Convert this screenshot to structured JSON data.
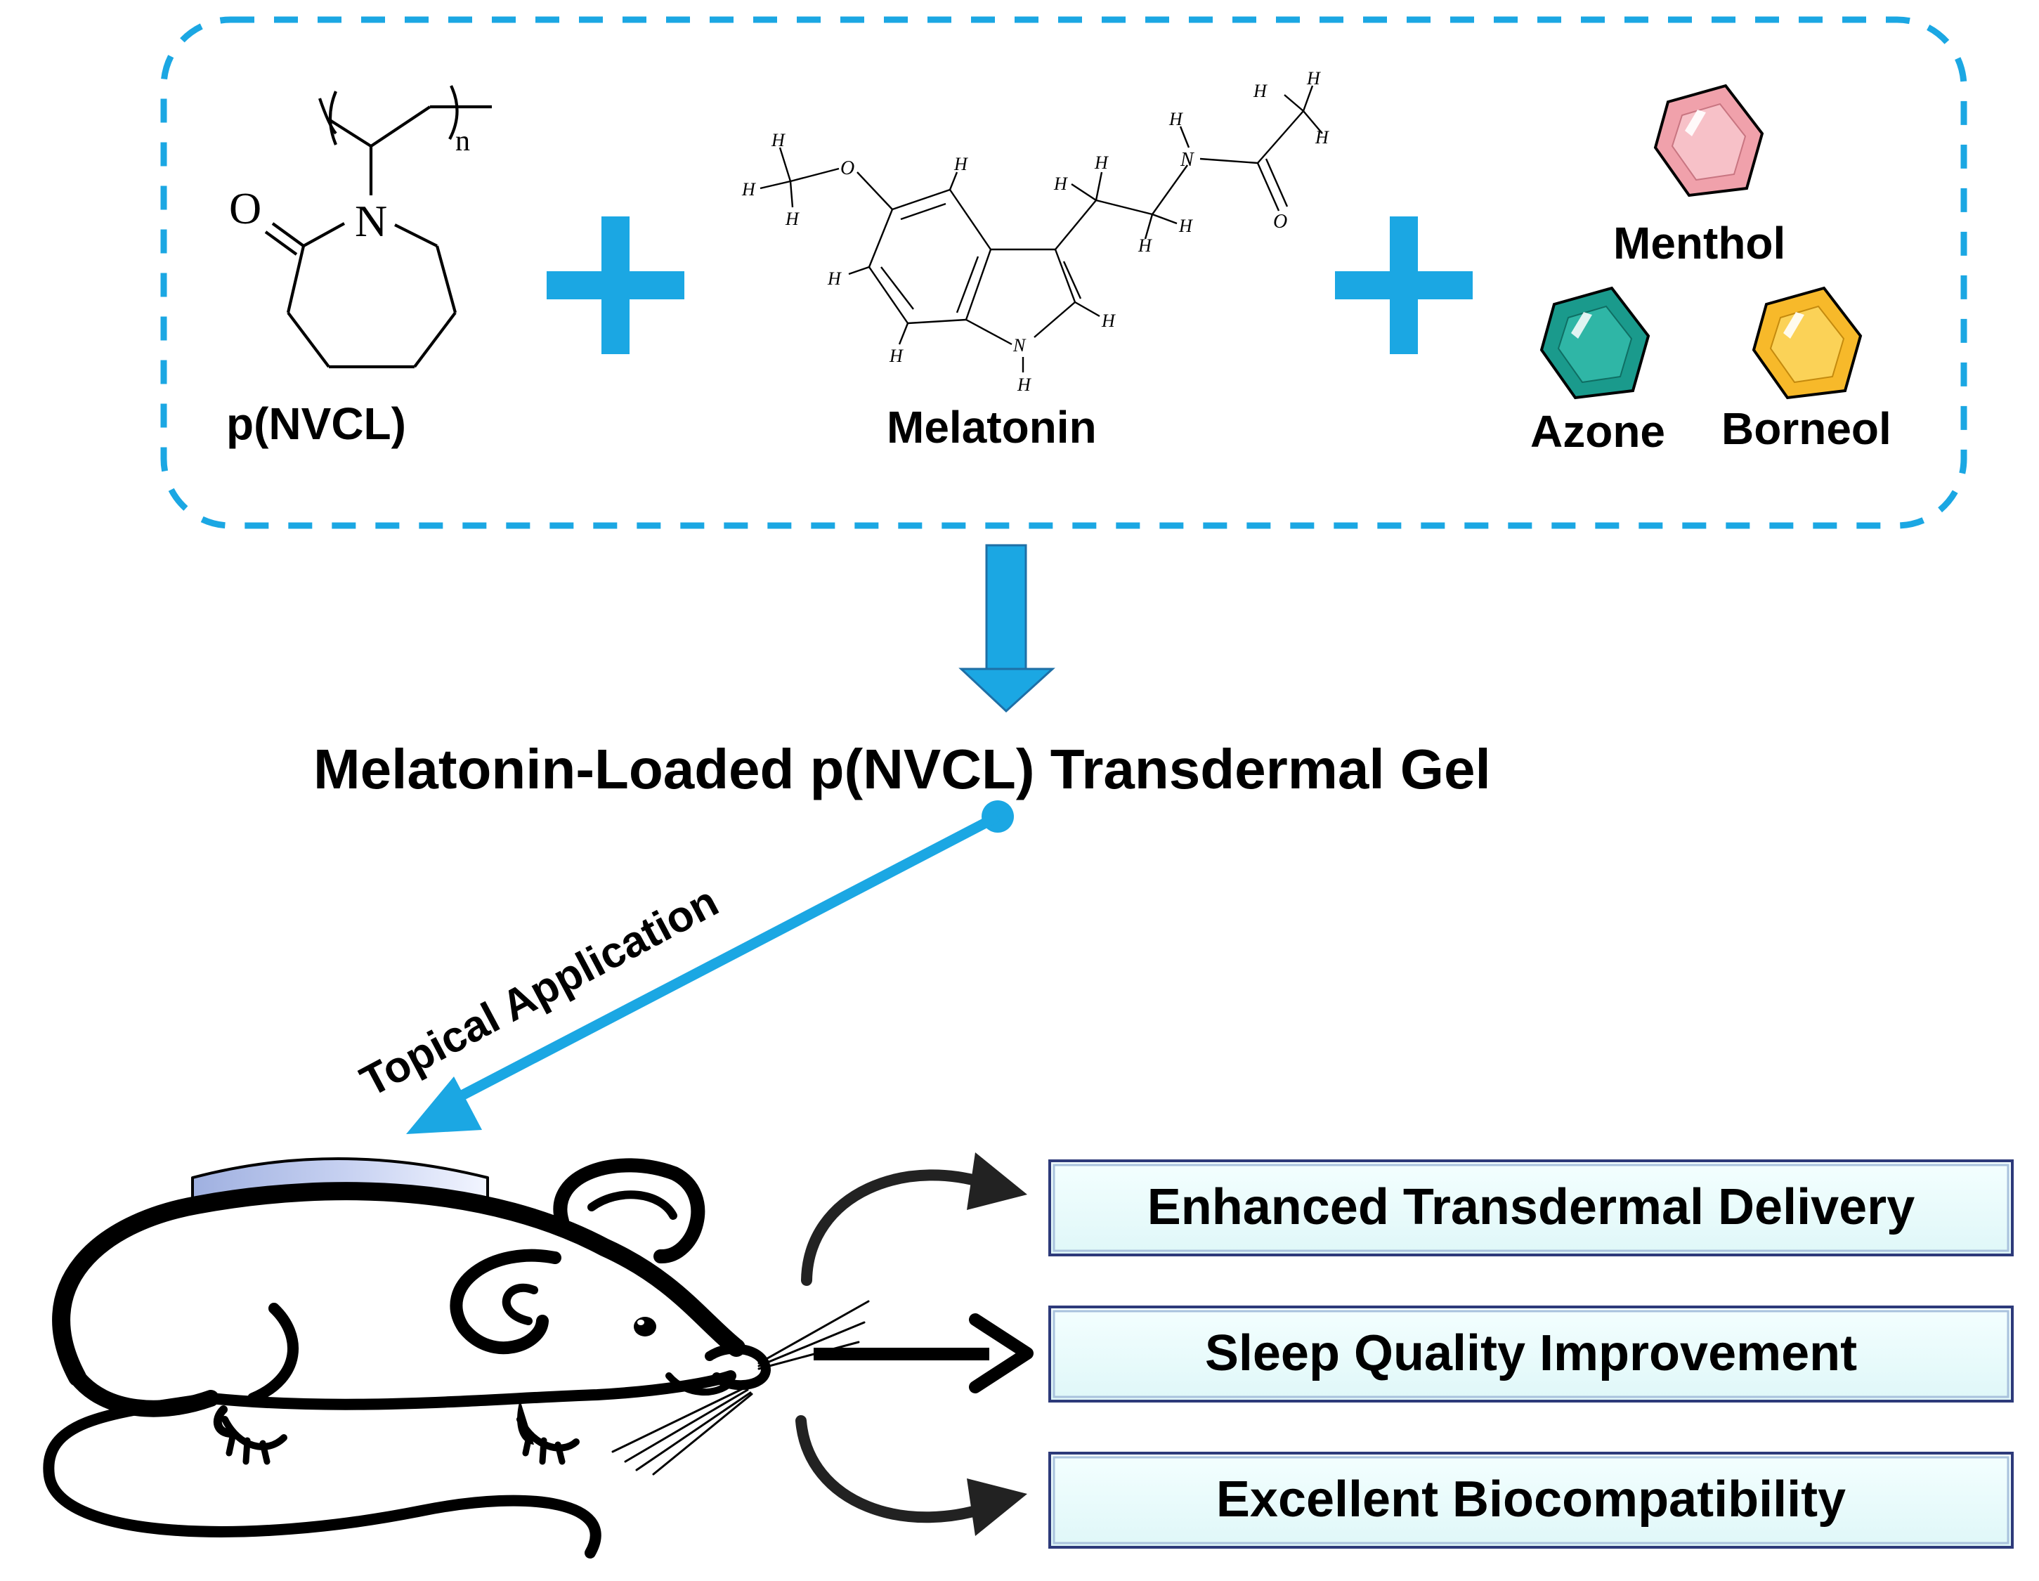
{
  "colors": {
    "accent_blue": "#1ba7e3",
    "ink": "#000000",
    "benefit_box_fill": "#e7fbfb",
    "benefit_box_border": "#2d3a7a",
    "menthol_gem": "#f0a1ab",
    "azone_gem": "#1a9a8c",
    "borneol_gem": "#f7b92a",
    "gel_patch": "#b7c4ea"
  },
  "components": {
    "polymer_label": "p(NVCL)",
    "polymer_atoms": {
      "carbonyl_o": "O",
      "nitrogen": "N",
      "repeat_n": "n"
    },
    "drug_label": "Melatonin",
    "drug_atoms": {
      "h": "H",
      "o": "O",
      "n": "N"
    },
    "enhancers": [
      {
        "label": "Menthol",
        "icon": "hexagon-gem-icon",
        "color": "#f0a1ab"
      },
      {
        "label": "Azone",
        "icon": "hexagon-gem-icon",
        "color": "#1a9a8c"
      },
      {
        "label": "Borneol",
        "icon": "hexagon-gem-icon",
        "color": "#f7b92a"
      }
    ]
  },
  "product_label": "Melatonin-Loaded p(NVCL) Transdermal Gel",
  "application_label": "Topical Application",
  "subject_icon": "mouse-icon",
  "outcomes": [
    "Enhanced Transdermal Delivery",
    "Sleep Quality Improvement",
    "Excellent Biocompatibility"
  ]
}
